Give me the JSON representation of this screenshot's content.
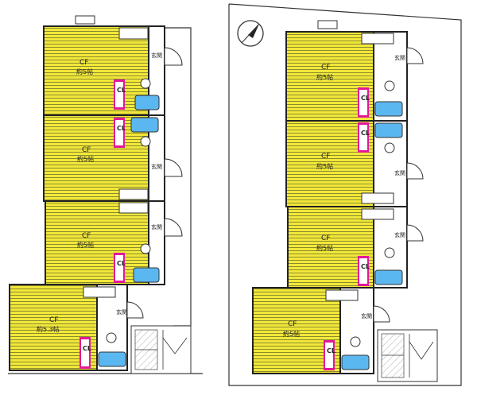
{
  "legend": {
    "closet": "CL",
    "entrance": "玄関"
  },
  "colors": {
    "room": "#f2e83a",
    "stripe": "#8a8a2e",
    "bath": "#5bb7f0",
    "closet": "#e2189a",
    "wall": "#222222"
  },
  "left_building": {
    "units": [
      {
        "floor": "CF",
        "size": "約5帖"
      },
      {
        "floor": "CF",
        "size": "約5帖"
      },
      {
        "floor": "CF",
        "size": "約5帖"
      },
      {
        "floor": "CF",
        "size": "約5.3帖"
      }
    ]
  },
  "right_building": {
    "units": [
      {
        "floor": "CF",
        "size": "約5帖"
      },
      {
        "floor": "CF",
        "size": "約5帖"
      },
      {
        "floor": "CF",
        "size": "約5帖"
      },
      {
        "floor": "CF",
        "size": "約5帖"
      }
    ]
  }
}
